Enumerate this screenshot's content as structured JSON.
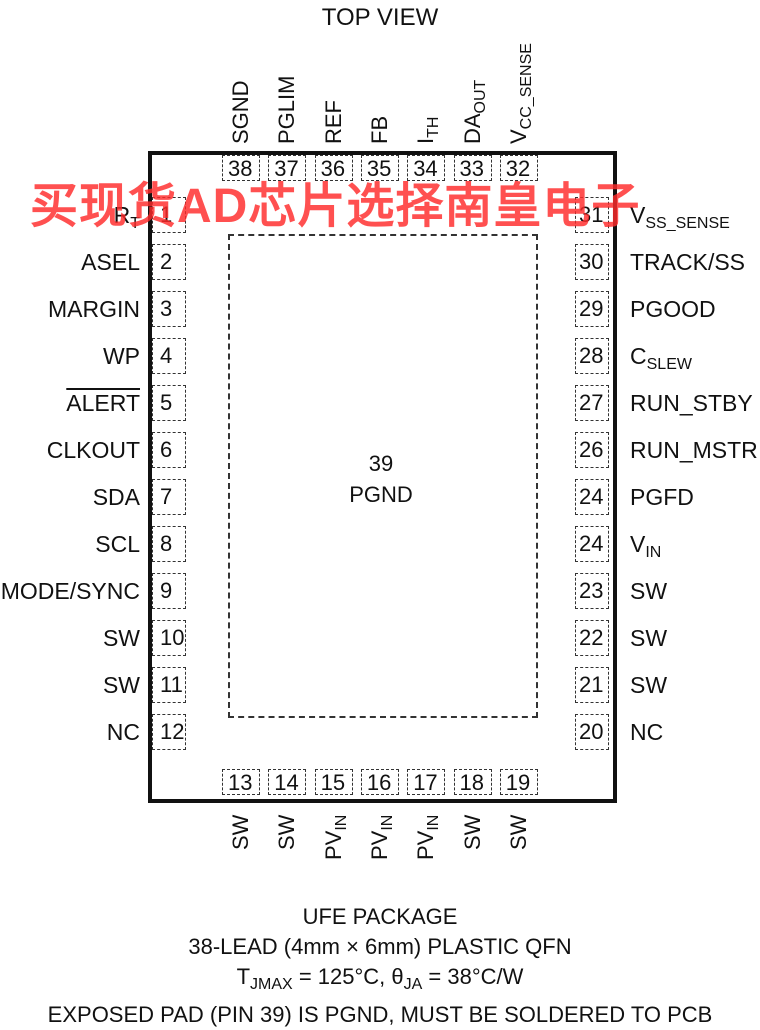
{
  "title": "TOP VIEW",
  "exposed_pad": {
    "number": "39",
    "name": "PGND"
  },
  "pins_top": [
    {
      "num": "38",
      "name": "SGND"
    },
    {
      "num": "37",
      "name": "PGLIM"
    },
    {
      "num": "36",
      "name": "REF"
    },
    {
      "num": "35",
      "name": "FB"
    },
    {
      "num": "34",
      "name": "I",
      "sub": "TH"
    },
    {
      "num": "33",
      "name": "DA",
      "sub": "OUT"
    },
    {
      "num": "32",
      "name": "V",
      "sub": "CC_SENSE"
    }
  ],
  "pins_left": [
    {
      "num": "1",
      "name": "R",
      "sub": "T"
    },
    {
      "num": "2",
      "name": "ASEL"
    },
    {
      "num": "3",
      "name": "MARGIN"
    },
    {
      "num": "4",
      "name": "WP"
    },
    {
      "num": "5",
      "name": "ALERT",
      "overline": true
    },
    {
      "num": "6",
      "name": "CLKOUT"
    },
    {
      "num": "7",
      "name": "SDA"
    },
    {
      "num": "8",
      "name": "SCL"
    },
    {
      "num": "9",
      "name": "MODE/SYNC"
    },
    {
      "num": "10",
      "name": "SW"
    },
    {
      "num": "11",
      "name": "SW"
    },
    {
      "num": "12",
      "name": "NC"
    }
  ],
  "pins_right": [
    {
      "num": "31",
      "name": "V",
      "sub": "SS_SENSE"
    },
    {
      "num": "30",
      "name": "TRACK/SS"
    },
    {
      "num": "29",
      "name": "PGOOD"
    },
    {
      "num": "28",
      "name": "C",
      "sub": "SLEW"
    },
    {
      "num": "27",
      "name": "RUN_STBY"
    },
    {
      "num": "26",
      "name": "RUN_MSTR"
    },
    {
      "num": "24",
      "name": "PGFD"
    },
    {
      "num": "24",
      "name": "V",
      "sub": "IN"
    },
    {
      "num": "23",
      "name": "SW"
    },
    {
      "num": "22",
      "name": "SW"
    },
    {
      "num": "21",
      "name": "SW"
    },
    {
      "num": "20",
      "name": "NC"
    }
  ],
  "pins_bottom": [
    {
      "num": "13",
      "name": "SW"
    },
    {
      "num": "14",
      "name": "SW"
    },
    {
      "num": "15",
      "name": "PV",
      "sub": "IN"
    },
    {
      "num": "16",
      "name": "PV",
      "sub": "IN"
    },
    {
      "num": "17",
      "name": "PV",
      "sub": "IN"
    },
    {
      "num": "18",
      "name": "SW"
    },
    {
      "num": "19",
      "name": "SW"
    }
  ],
  "footer": {
    "line1": "UFE PACKAGE",
    "line2": "38-LEAD (4mm × 6mm) PLASTIC QFN",
    "line3": "T",
    "line3_sub": "JMAX",
    "line3_rest1": " = 125°C, θ",
    "line3_sub2": "JA",
    "line3_rest2": " = 38°C/W",
    "line4": "EXPOSED PAD (PIN 39) IS PGND, MUST BE SOLDERED TO PCB"
  },
  "watermark": "买现货AD芯片选择南皇电子"
}
